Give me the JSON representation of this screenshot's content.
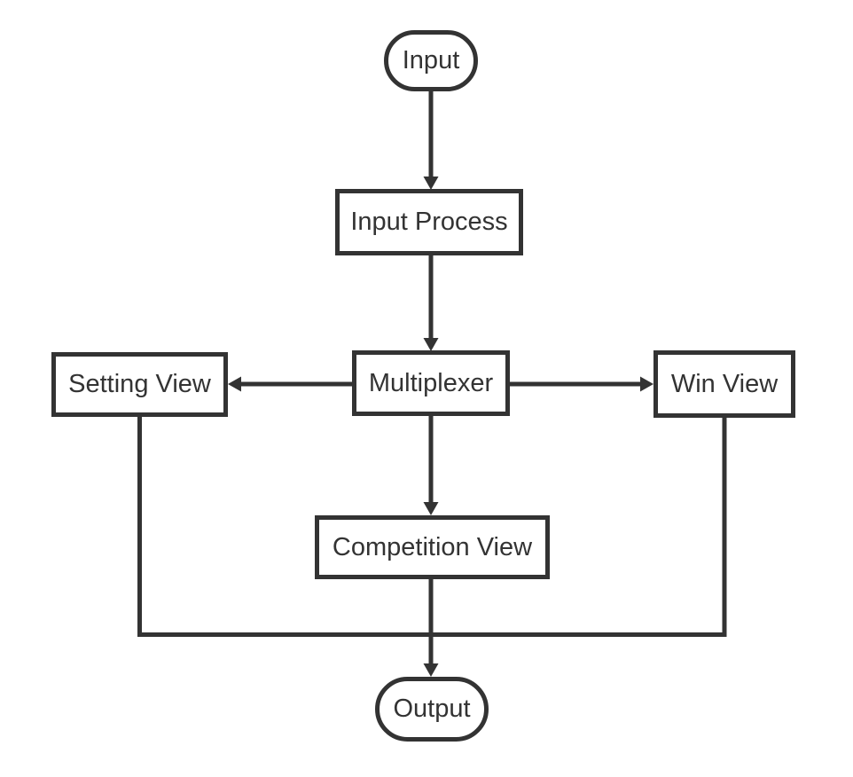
{
  "diagram": {
    "type": "flowchart",
    "colors": {
      "stroke": "#333333",
      "text": "#333333",
      "background": "#ffffff"
    },
    "nodes": {
      "input": {
        "label": "Input",
        "shape": "terminator"
      },
      "input_process": {
        "label": "Input Process",
        "shape": "process"
      },
      "multiplexer": {
        "label": "Multiplexer",
        "shape": "process"
      },
      "setting_view": {
        "label": "Setting View",
        "shape": "process"
      },
      "win_view": {
        "label": "Win View",
        "shape": "process"
      },
      "competition_view": {
        "label": "Competition View",
        "shape": "process"
      },
      "output": {
        "label": "Output",
        "shape": "terminator"
      }
    },
    "edges": [
      {
        "from": "Input",
        "to": "Input Process",
        "arrow": true
      },
      {
        "from": "Input Process",
        "to": "Multiplexer",
        "arrow": true
      },
      {
        "from": "Multiplexer",
        "to": "Setting View",
        "arrow": true
      },
      {
        "from": "Multiplexer",
        "to": "Win View",
        "arrow": true
      },
      {
        "from": "Multiplexer",
        "to": "Competition View",
        "arrow": true
      },
      {
        "from": "Setting View",
        "to": "Output",
        "arrow": false
      },
      {
        "from": "Win View",
        "to": "Output",
        "arrow": false
      },
      {
        "from": "Competition View",
        "to": "Output",
        "arrow": true
      }
    ]
  }
}
